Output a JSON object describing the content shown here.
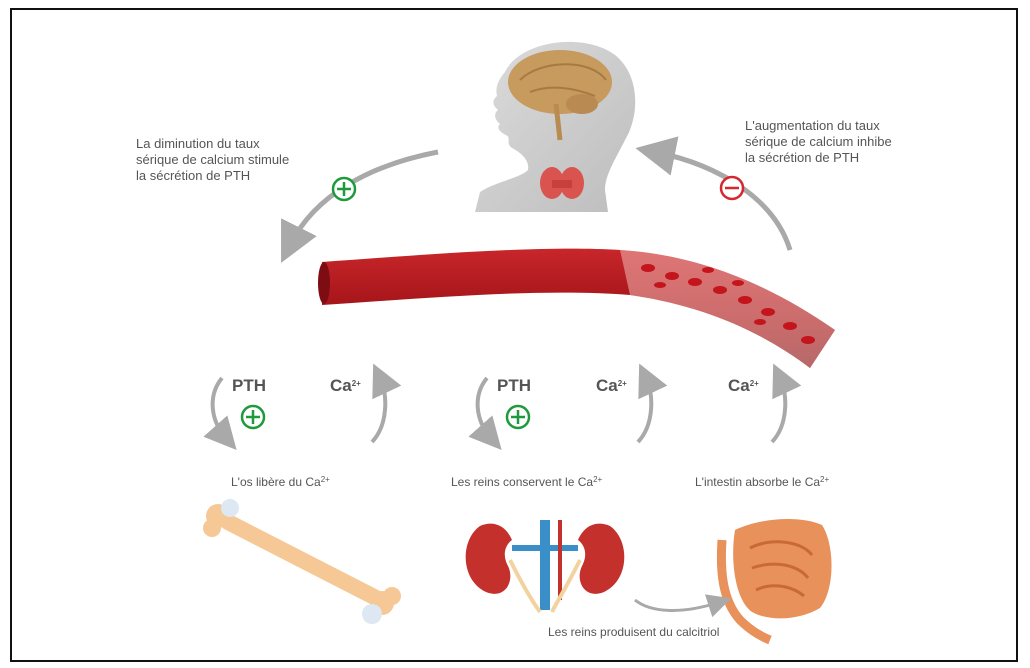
{
  "top_left": {
    "line1": "La diminution du taux",
    "line2": "sérique de calcium stimule",
    "line3": "la sécrétion de PTH"
  },
  "top_right": {
    "line1": "L'augmentation du taux",
    "line2": "sérique de calcium inhibe",
    "line3": "la sécrétion de PTH"
  },
  "labels": {
    "pth": "PTH",
    "ca_base": "Ca",
    "ca_sup": "2+",
    "plus": "+",
    "minus": "−"
  },
  "bone": {
    "text": "L'os libère du Ca",
    "sup": "2+"
  },
  "kidneys": {
    "text": "Les reins conservent le Ca",
    "sup": "2+"
  },
  "intestine": {
    "text": "L'intestin absorbe le Ca",
    "sup": "2+"
  },
  "calcitriol": "Les reins produisent du calcitriol",
  "colors": {
    "stimulate": "#1e9a3c",
    "inhibit": "#d8262e",
    "arrow": "#a9a9a9",
    "vessel": "#b0181d",
    "bone": "#f6c896",
    "kidney": "#c4302b",
    "intestine": "#e8915a",
    "skin": "#cfcfcf",
    "brain": "#c79a5e"
  }
}
